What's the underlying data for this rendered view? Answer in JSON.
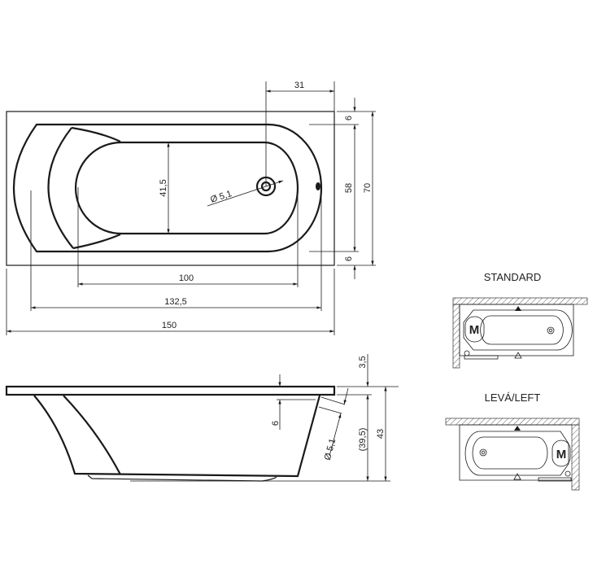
{
  "top_view": {
    "dims": {
      "overflow_offset": "31",
      "basin_width": "41,5",
      "drain_diameter": "Ø 5,1",
      "rim_top": "6",
      "inner_width": "58",
      "outer_width": "70",
      "rim_bottom": "6",
      "basin_length": "100",
      "inner_length": "132,5",
      "outer_length": "150"
    }
  },
  "side_view": {
    "dims": {
      "rim_thickness": "3,5",
      "overflow_depth": "6",
      "overflow_diameter": "Ø 5,1",
      "inner_depth": "(39,5)",
      "total_height": "43"
    }
  },
  "insets": [
    {
      "title": "STANDARD",
      "motor_label": "M"
    },
    {
      "title": "LEVÁ/LEFT",
      "motor_label": "M"
    }
  ]
}
